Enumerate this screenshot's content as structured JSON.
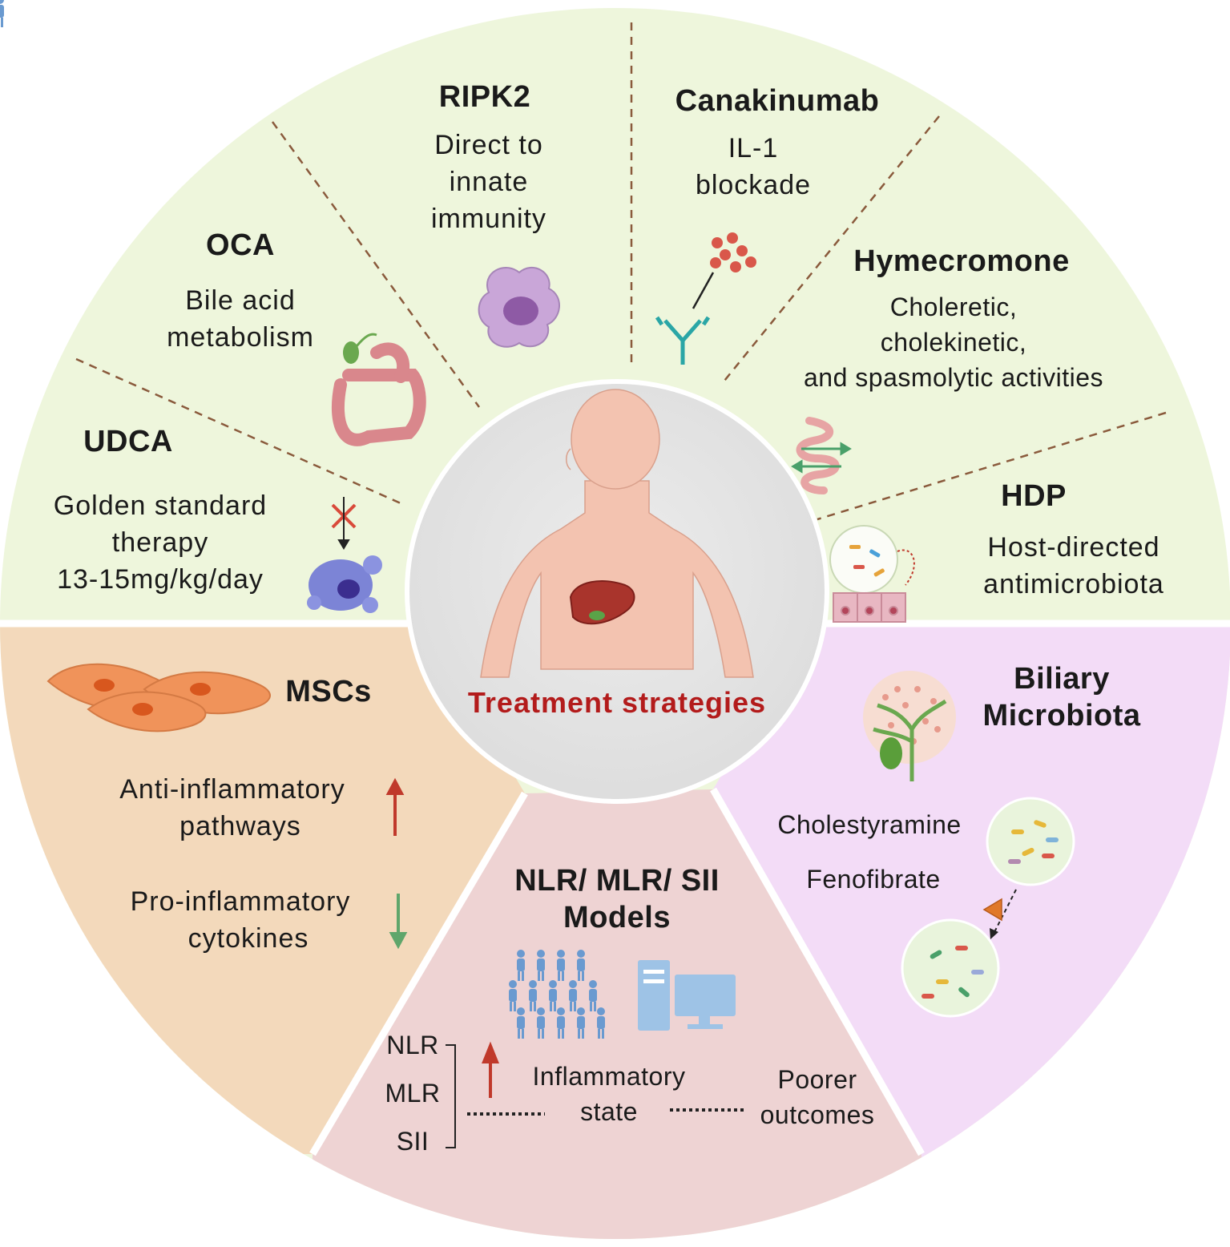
{
  "center": {
    "title": "Treatment strategies"
  },
  "wedges": {
    "udca": {
      "title": "UDCA",
      "lines": [
        "Golden standard",
        "therapy",
        "13-15mg/kg/day"
      ]
    },
    "oca": {
      "title": "OCA",
      "lines": [
        "Bile acid",
        "metabolism"
      ]
    },
    "ripk2": {
      "title": "RIPK2",
      "lines": [
        "Direct to",
        "innate",
        "immunity"
      ]
    },
    "canakinumab": {
      "title": "Canakinumab",
      "lines": [
        "IL-1",
        "blockade"
      ]
    },
    "hymecromone": {
      "title": "Hymecromone",
      "lines": [
        "Choleretic,",
        "cholekinetic,",
        "and spasmolytic activities"
      ]
    },
    "hdp": {
      "title": "HDP",
      "lines": [
        "Host-directed",
        "antimicrobiota"
      ]
    }
  },
  "mscs": {
    "title": "MSCs",
    "up": [
      "Anti-inflammatory",
      "pathways"
    ],
    "down": [
      "Pro-inflammatory",
      "cytokines"
    ]
  },
  "models": {
    "title": [
      "NLR/ MLR/ SII",
      "Models"
    ],
    "markers": [
      "NLR",
      "MLR",
      "SII"
    ],
    "state": [
      "Inflammatory",
      "state"
    ],
    "outcome": [
      "Poorer",
      "outcomes"
    ]
  },
  "biliary": {
    "title": [
      "Biliary",
      "Microbiota"
    ],
    "drugs": [
      "Cholestyramine",
      "Fenofibrate"
    ]
  },
  "colors": {
    "green_sector": "#eef6dc",
    "orange_sector": "#f3d9bb",
    "pink_sector": "#eed3d3",
    "lavender_sector": "#f3dcf7",
    "center_disc": "#e6e6e6",
    "title_red": "#b31b1b",
    "up_arrow": "#c0392b",
    "down_arrow": "#5fa66b",
    "dashed_divider": "#8a5a3c"
  }
}
